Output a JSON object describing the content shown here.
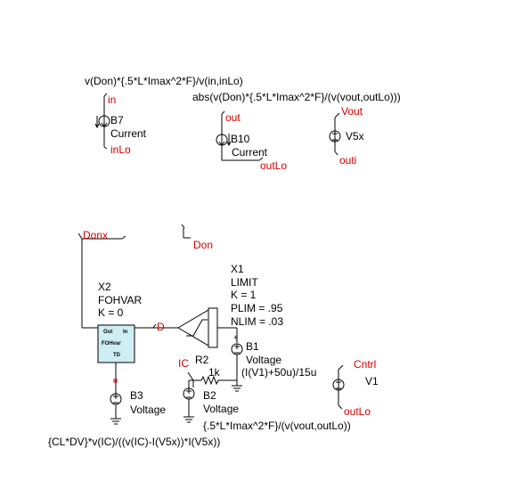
{
  "netnames": {
    "in": "in",
    "inLo": "inLo",
    "out": "out",
    "outLo_b10": "outLo",
    "vout": "Vout",
    "outi": "outi",
    "donx": "Donx",
    "don": "Don",
    "d": "D",
    "ic": "IC",
    "cntrl": "Cntrl",
    "outLo_v1": "outLo"
  },
  "components": {
    "b7": {
      "name": "B7",
      "type": "Current",
      "expr": "v(Don)*{.5*L*Imax^2*F}/v(in,inLo)"
    },
    "b10": {
      "name": "B10",
      "type": "Current",
      "expr": "abs(v(Don)*{.5*L*Imax^2*F}/(v(vout,outLo)))"
    },
    "v5x": {
      "name": "V5x"
    },
    "x2": {
      "name": "X2",
      "model": "FOHVAR",
      "param": "K = 0",
      "body": "FOHvar",
      "pin_out": "Out",
      "pin_in": "In",
      "pin_td": "TD"
    },
    "x1": {
      "name": "X1",
      "model": "LIMIT",
      "k": "K = 1",
      "plim": "PLIM = .95",
      "nlim": "NLIM = .03"
    },
    "b1": {
      "name": "B1",
      "type": "Voltage",
      "expr": "(I(V1)+50u)/15u"
    },
    "r2": {
      "name": "R2",
      "value": "1k"
    },
    "b2": {
      "name": "B2",
      "type": "Voltage",
      "expr": "{.5*L*Imax^2*F}/(v(vout,outLo))"
    },
    "b3": {
      "name": "B3",
      "type": "Voltage",
      "expr": "{CL*DV}*v(IC)/((v(IC)-I(V5x))*I(V5x))"
    },
    "v1": {
      "name": "V1"
    }
  },
  "colors": {
    "wire": "#000000",
    "netlabel": "#d40000",
    "block_fill": "#cfeef4"
  }
}
